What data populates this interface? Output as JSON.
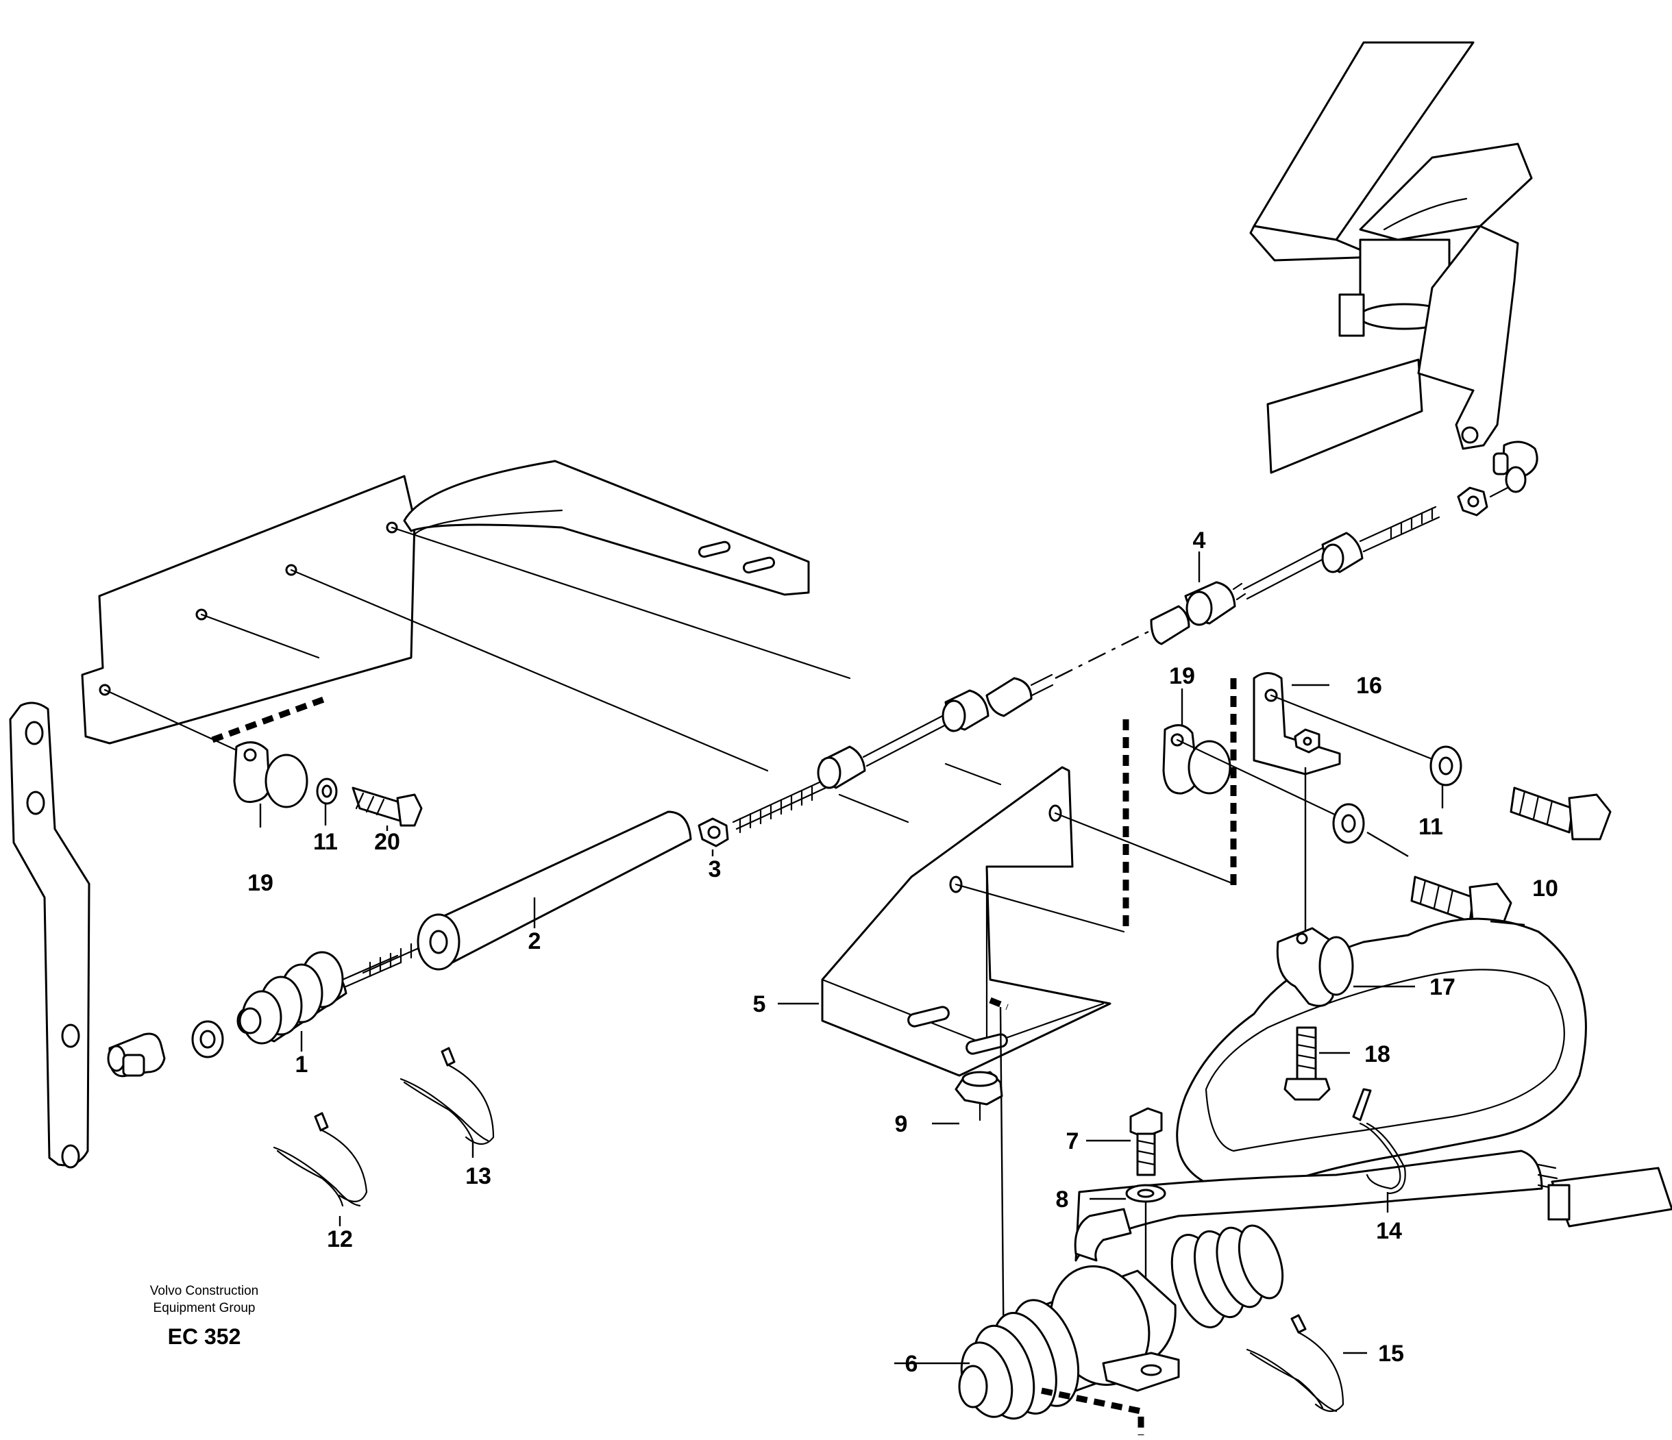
{
  "callouts": {
    "c1": "1",
    "c2": "2",
    "c3": "3",
    "c4": "4",
    "c5": "5",
    "c6": "6",
    "c7": "7",
    "c8": "8",
    "c9": "9",
    "c10": "10",
    "c11a": "11",
    "c11b": "11",
    "c12": "12",
    "c13": "13",
    "c14": "14",
    "c15": "15",
    "c16": "16",
    "c17": "17",
    "c18": "18",
    "c19a": "19",
    "c19b": "19",
    "c20": "20"
  },
  "footer": {
    "company_line1": "Volvo Construction",
    "company_line2": "Equipment Group",
    "code": "EC 352"
  }
}
